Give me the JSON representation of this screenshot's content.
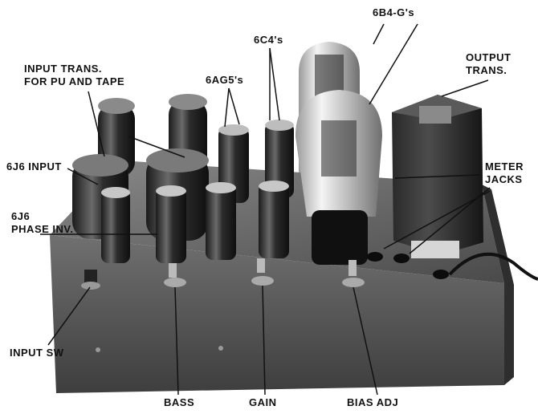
{
  "labels": {
    "tubes_6b4": "6B4-G's",
    "tubes_6c4": "6C4's",
    "tubes_6ag5": "6AG5's",
    "output_trans": "OUTPUT\nTRANS.",
    "input_trans": "INPUT TRANS.\nFOR PU AND TAPE",
    "input_6j6": "6J6 INPUT",
    "phase_inv": "6J6\nPHASE INV.",
    "meter_jacks": "METER\nJACKS",
    "input_sw": "INPUT SW",
    "bass": "BASS",
    "gain": "GAIN",
    "bias_adj": "BIAS ADJ"
  },
  "colors": {
    "chassis_top": "#5a5a5a",
    "chassis_front": "#6b6b6b",
    "tube_dark": "#1a1a1a",
    "glass": "#cfcfcf"
  }
}
